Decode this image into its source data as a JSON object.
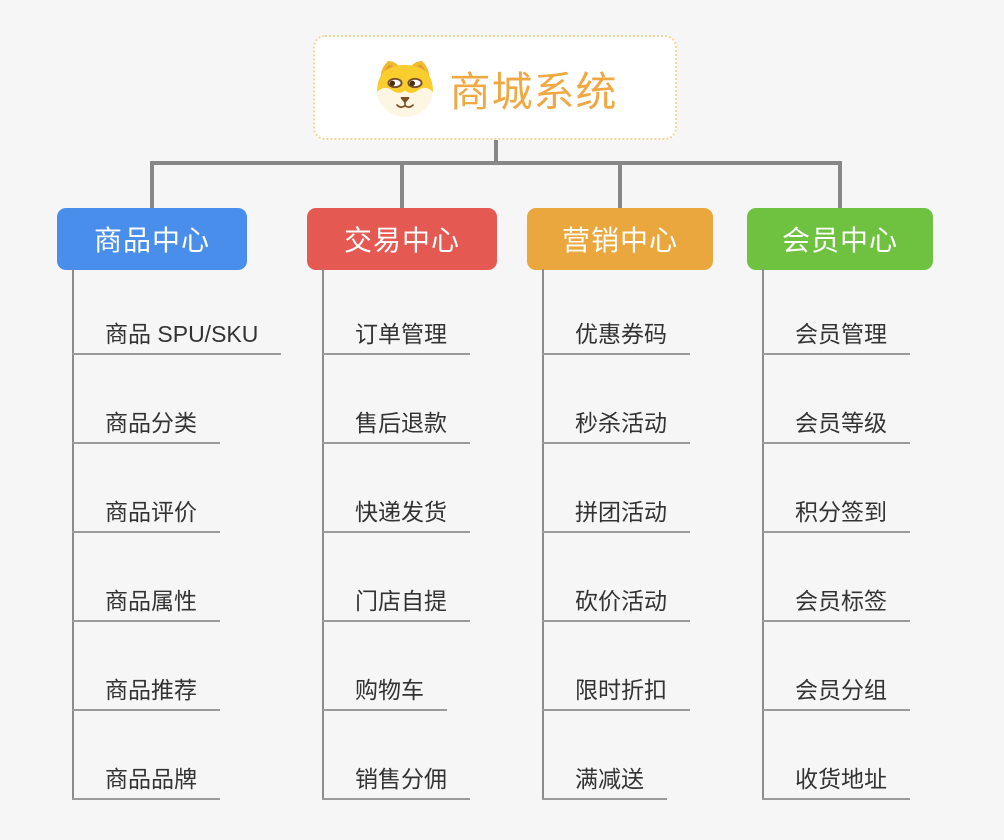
{
  "root": {
    "title": "商城系统",
    "icon": "dog-face-icon",
    "title_color": "#f0a843",
    "border_color": "#f3d49c"
  },
  "connector_color": "#878787",
  "branches": [
    {
      "label": "商品中心",
      "color": "#4a8eec",
      "items": [
        "商品 SPU/SKU",
        "商品分类",
        "商品评价",
        "商品属性",
        "商品推荐",
        "商品品牌"
      ]
    },
    {
      "label": "交易中心",
      "color": "#e45a52",
      "items": [
        "订单管理",
        "售后退款",
        "快递发货",
        "门店自提",
        "购物车",
        "销售分佣"
      ]
    },
    {
      "label": "营销中心",
      "color": "#eaa73d",
      "items": [
        "优惠券码",
        "秒杀活动",
        "拼团活动",
        "砍价活动",
        "限时折扣",
        "满减送"
      ]
    },
    {
      "label": "会员中心",
      "color": "#6ec23f",
      "items": [
        "会员管理",
        "会员等级",
        "积分签到",
        "会员标签",
        "会员分组",
        "收货地址"
      ]
    }
  ]
}
